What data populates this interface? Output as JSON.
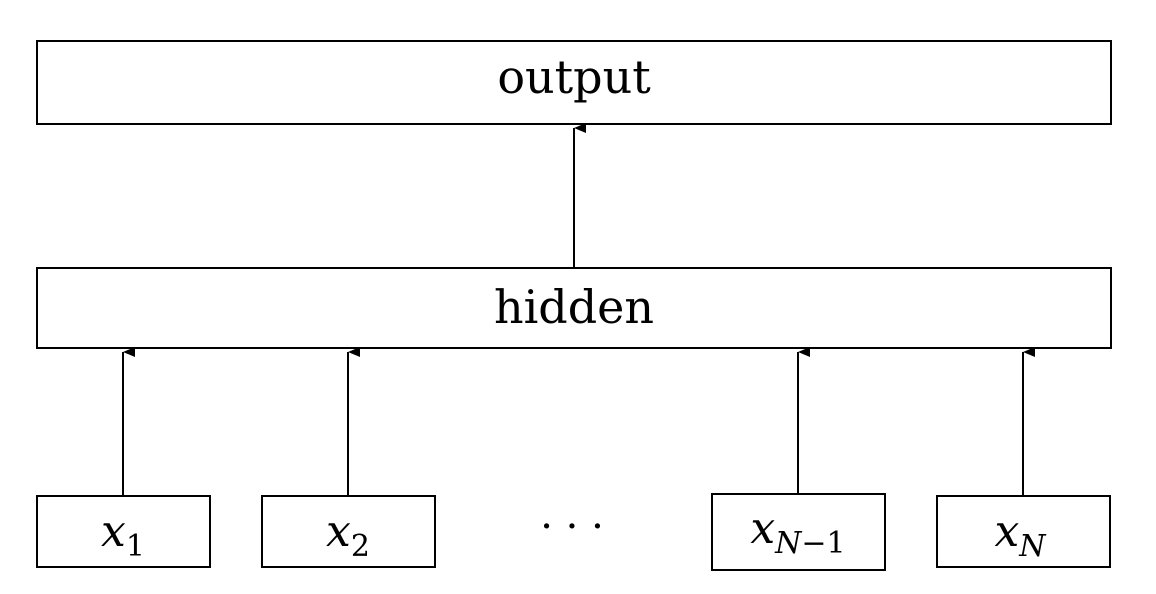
{
  "layers": {
    "output": {
      "label": "output"
    },
    "hidden": {
      "label": "hidden"
    }
  },
  "inputs": [
    {
      "base": "x",
      "sub": "1"
    },
    {
      "base": "x",
      "sub": "2"
    },
    {
      "base": "x",
      "sub_var": "N",
      "sub_rest": "−1"
    },
    {
      "base": "x",
      "sub_var": "N"
    }
  ],
  "ellipsis": "· · ·"
}
